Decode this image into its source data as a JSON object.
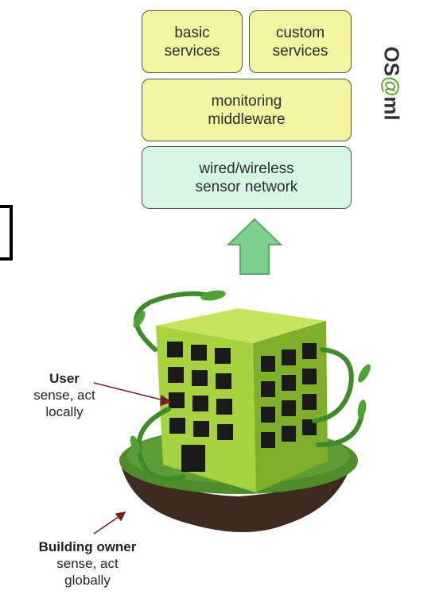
{
  "stack": {
    "basic_services": [
      "basic",
      "services"
    ],
    "custom_services": [
      "custom",
      "services"
    ],
    "monitoring": [
      "monitoring",
      "middleware"
    ],
    "sensor_network": [
      "wired/wireless",
      "sensor network"
    ]
  },
  "logo": {
    "left": "OS",
    "at": "@",
    "right": "ml"
  },
  "labels": {
    "user_title": "User",
    "user_sub1": "sense, act",
    "user_sub2": "locally",
    "owner_title": "Building owner",
    "owner_sub1": "sense, act",
    "owner_sub2": "globally"
  },
  "colors": {
    "stack_yellow": "#f3f4a0",
    "stack_mint": "#d6f5e3",
    "arrow_green": "#7fd08f",
    "building_green": "#9ccc3a",
    "grass": "#4f8d2c",
    "soil": "#3e2a1e"
  }
}
